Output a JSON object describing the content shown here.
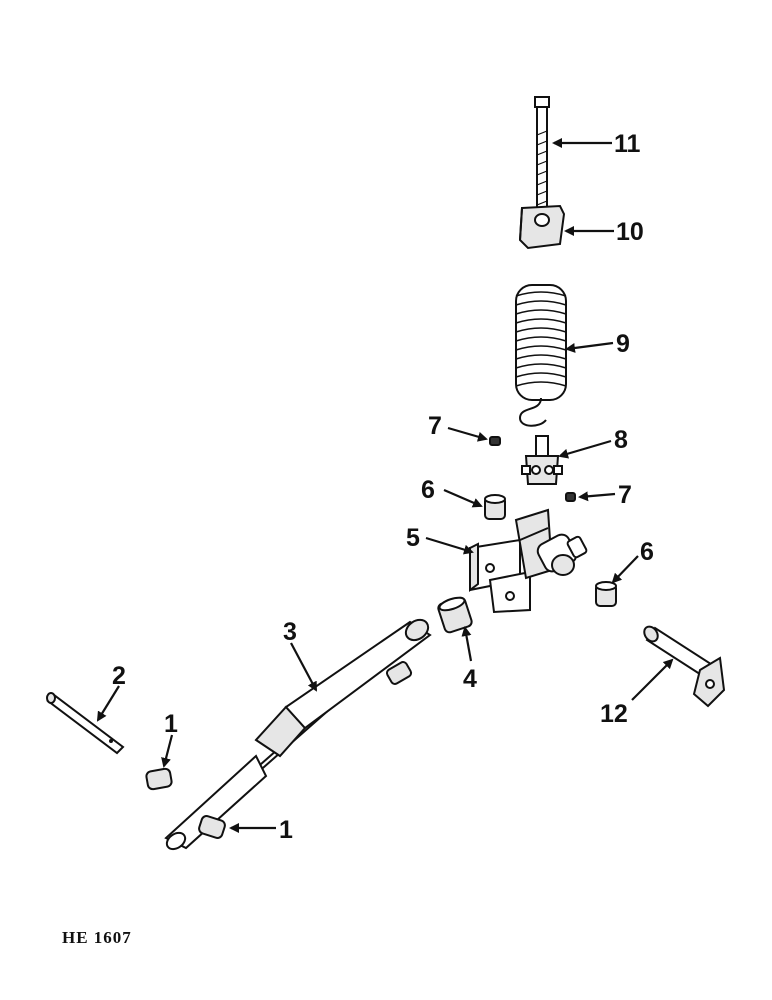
{
  "figure_code": "HE 1607",
  "callouts": [
    "1",
    "1",
    "2",
    "3",
    "4",
    "5",
    "6",
    "6",
    "7",
    "7",
    "8",
    "9",
    "10",
    "11",
    "12"
  ],
  "colors": {
    "ink": "#111111",
    "background": "#ffffff",
    "shade": "#e6e6e6"
  }
}
